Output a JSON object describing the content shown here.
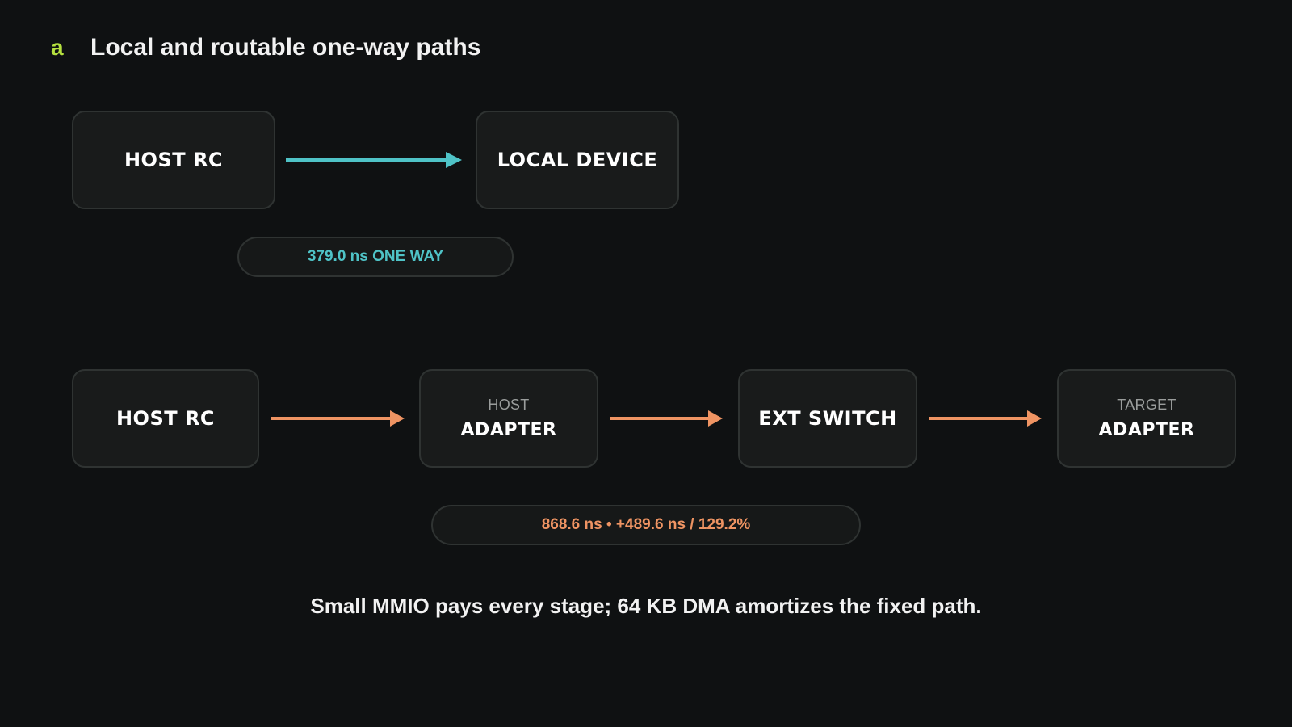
{
  "panel": {
    "letter": "a",
    "title": "Local and routable one-way paths"
  },
  "colors": {
    "local_path": "#4fc3c7",
    "routed_path": "#ef9463",
    "panel_letter": "#b5e03f"
  },
  "local_path": {
    "nodes": [
      {
        "label": "HOST RC"
      },
      {
        "label": "LOCAL DEVICE"
      }
    ],
    "latency_label": "379.0 ns ONE WAY"
  },
  "routed_path": {
    "nodes": [
      {
        "label": "HOST RC"
      },
      {
        "sublabel": "HOST",
        "label": "ADAPTER"
      },
      {
        "label": "EXT SWITCH"
      },
      {
        "sublabel": "TARGET",
        "label": "ADAPTER"
      }
    ],
    "latency_label": "868.6 ns • +489.6 ns / 129.2%"
  },
  "caption": "Small MMIO pays every stage; 64 KB DMA amortizes the fixed path."
}
